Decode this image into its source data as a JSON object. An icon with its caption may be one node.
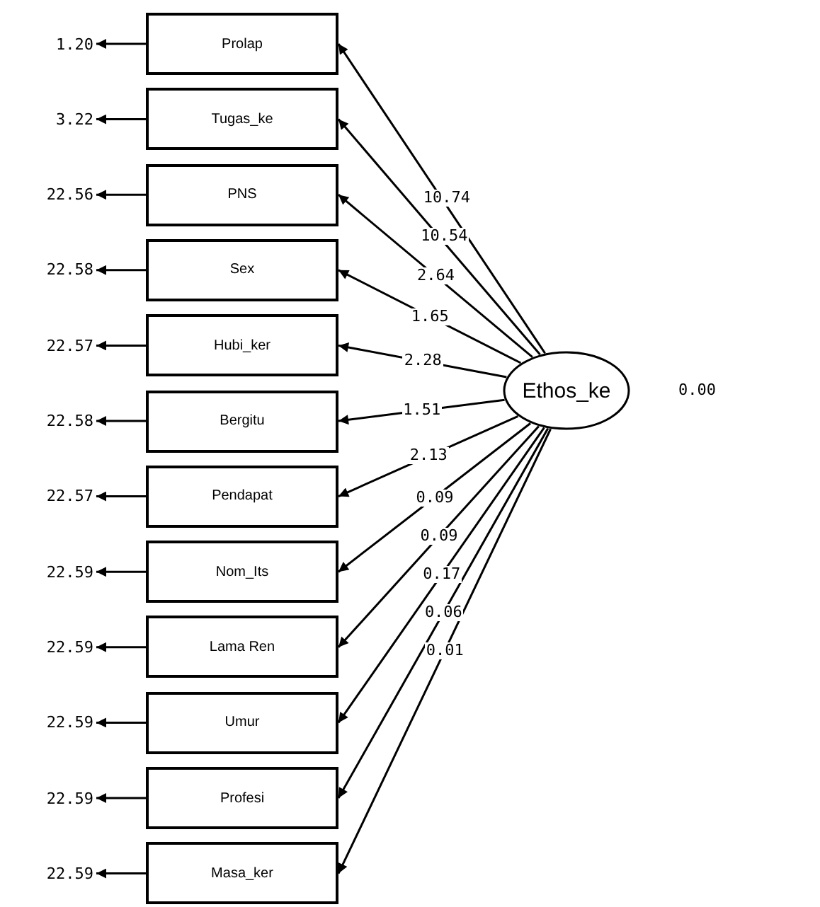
{
  "diagram": {
    "nodes": [
      {
        "text": [
          "Prolap"
        ]
      },
      {
        "text": [
          "Tugas_ke"
        ]
      },
      {
        "text": [
          "PNS"
        ]
      },
      {
        "text": [
          "Sex"
        ]
      },
      {
        "text": [
          "Hubi_ker"
        ]
      },
      {
        "text": [
          "Bergitu"
        ]
      },
      {
        "text": [
          "Pendapat"
        ]
      },
      {
        "text": [
          "Nom_Its"
        ]
      },
      {
        "text": [
          "Lama Ren"
        ]
      },
      {
        "text": [
          "Umur"
        ]
      },
      {
        "text": [
          "Profesi"
        ]
      },
      {
        "text": [
          "Masa_ker"
        ]
      },
      {
        "text": [
          "Ethos_ke"
        ]
      },
      {
        "text": [
          "1.20"
        ]
      },
      {
        "text": [
          "3.22"
        ]
      },
      {
        "text": [
          "22.56"
        ]
      },
      {
        "text": [
          "22.58"
        ]
      },
      {
        "text": [
          "22.57"
        ]
      },
      {
        "text": [
          "22.58"
        ]
      },
      {
        "text": [
          "22.57"
        ]
      },
      {
        "text": [
          "22.59"
        ]
      },
      {
        "text": [
          "22.59"
        ]
      },
      {
        "text": [
          "22.59"
        ]
      },
      {
        "text": [
          "22.59"
        ]
      },
      {
        "text": [
          "22.59"
        ]
      }
    ],
    "edges": [
      {
        "from": 12,
        "to": 0,
        "arrow": "to",
        "label": "10.74"
      },
      {
        "from": 12,
        "to": 1,
        "arrow": "to",
        "label": "10.54"
      },
      {
        "from": 12,
        "to": 2,
        "arrow": "to",
        "label": "2.64"
      },
      {
        "from": 12,
        "to": 3,
        "arrow": "to",
        "label": "1.65"
      },
      {
        "from": 12,
        "to": 4,
        "arrow": "to",
        "label": "2.28"
      },
      {
        "from": 12,
        "to": 5,
        "arrow": "to",
        "label": "1.51"
      },
      {
        "from": 12,
        "to": 6,
        "arrow": "to",
        "label": "2.13"
      },
      {
        "from": 12,
        "to": 7,
        "arrow": "to",
        "label": "0.09"
      },
      {
        "from": 12,
        "to": 8,
        "arrow": "to",
        "label": "0.09"
      },
      {
        "from": 12,
        "to": 9,
        "arrow": "to",
        "label": "0.17"
      },
      {
        "from": 12,
        "to": 10,
        "arrow": "to",
        "label": "0.06"
      },
      {
        "from": 12,
        "to": 11,
        "arrow": "to",
        "label": "0.01"
      },
      {
        "from": 0,
        "to": 13,
        "arrow": "to"
      },
      {
        "from": 1,
        "to": 14,
        "arrow": "to"
      },
      {
        "from": 2,
        "to": 15,
        "arrow": "to"
      },
      {
        "from": 3,
        "to": 16,
        "arrow": "to"
      },
      {
        "from": 4,
        "to": 17,
        "arrow": "to"
      },
      {
        "from": 5,
        "to": 18,
        "arrow": "to"
      },
      {
        "from": 6,
        "to": 19,
        "arrow": "to"
      },
      {
        "from": 7,
        "to": 20,
        "arrow": "to"
      },
      {
        "from": 8,
        "to": 21,
        "arrow": "to"
      },
      {
        "from": 9,
        "to": 22,
        "arrow": "to"
      },
      {
        "from": 10,
        "to": 23,
        "arrow": "to"
      },
      {
        "from": 11,
        "to": 24,
        "arrow": "to"
      }
    ],
    "labels": [
      "0.00"
    ]
  }
}
